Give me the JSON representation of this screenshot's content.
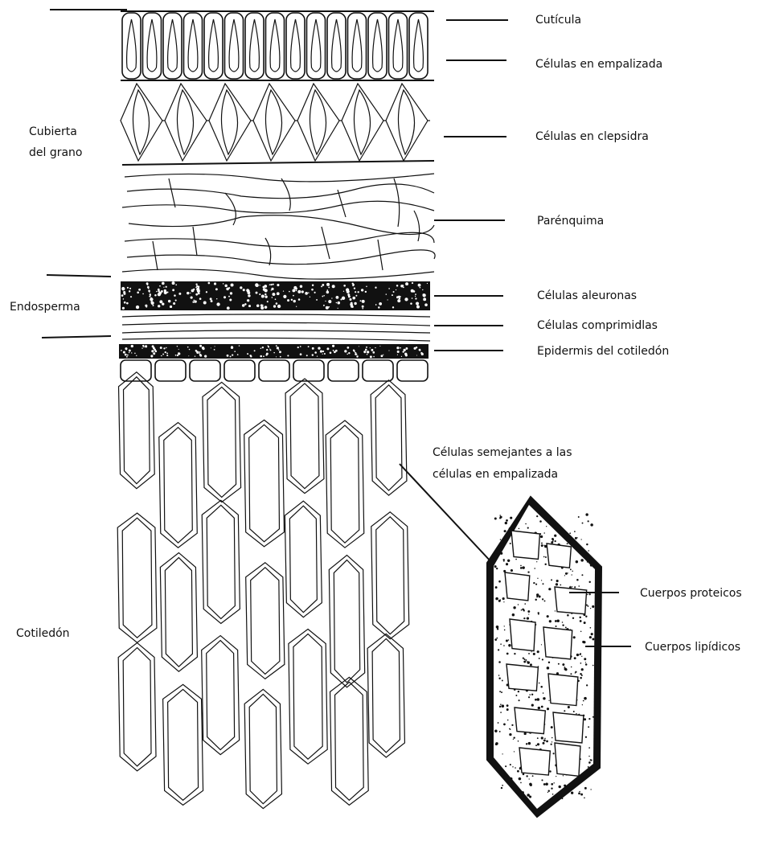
{
  "diagram": {
    "right_labels": {
      "cuticula": "Cutícula",
      "empalizada": "Células en empalizada",
      "clepsidra": "Células en clepsidra",
      "parenquima": "Parénquima",
      "aleuronas": "Células aleuronas",
      "comprimidas": "Células comprimidlas",
      "epidermis": "Epidermis del cotiledón"
    },
    "left_labels": {
      "cubierta_line1": "Cubierta",
      "cubierta_line2": "del grano",
      "endosperma": "Endosperma",
      "cotiledon": "Cotiledón"
    },
    "callout": {
      "line1": "Células semejantes a las",
      "line2": "células en empalizada"
    },
    "inset_labels": {
      "proteicos": "Cuerpos proteicos",
      "lipidicos": "Cuerpos lipídicos"
    },
    "ink_color": "#111111",
    "background_color": "#ffffff"
  }
}
